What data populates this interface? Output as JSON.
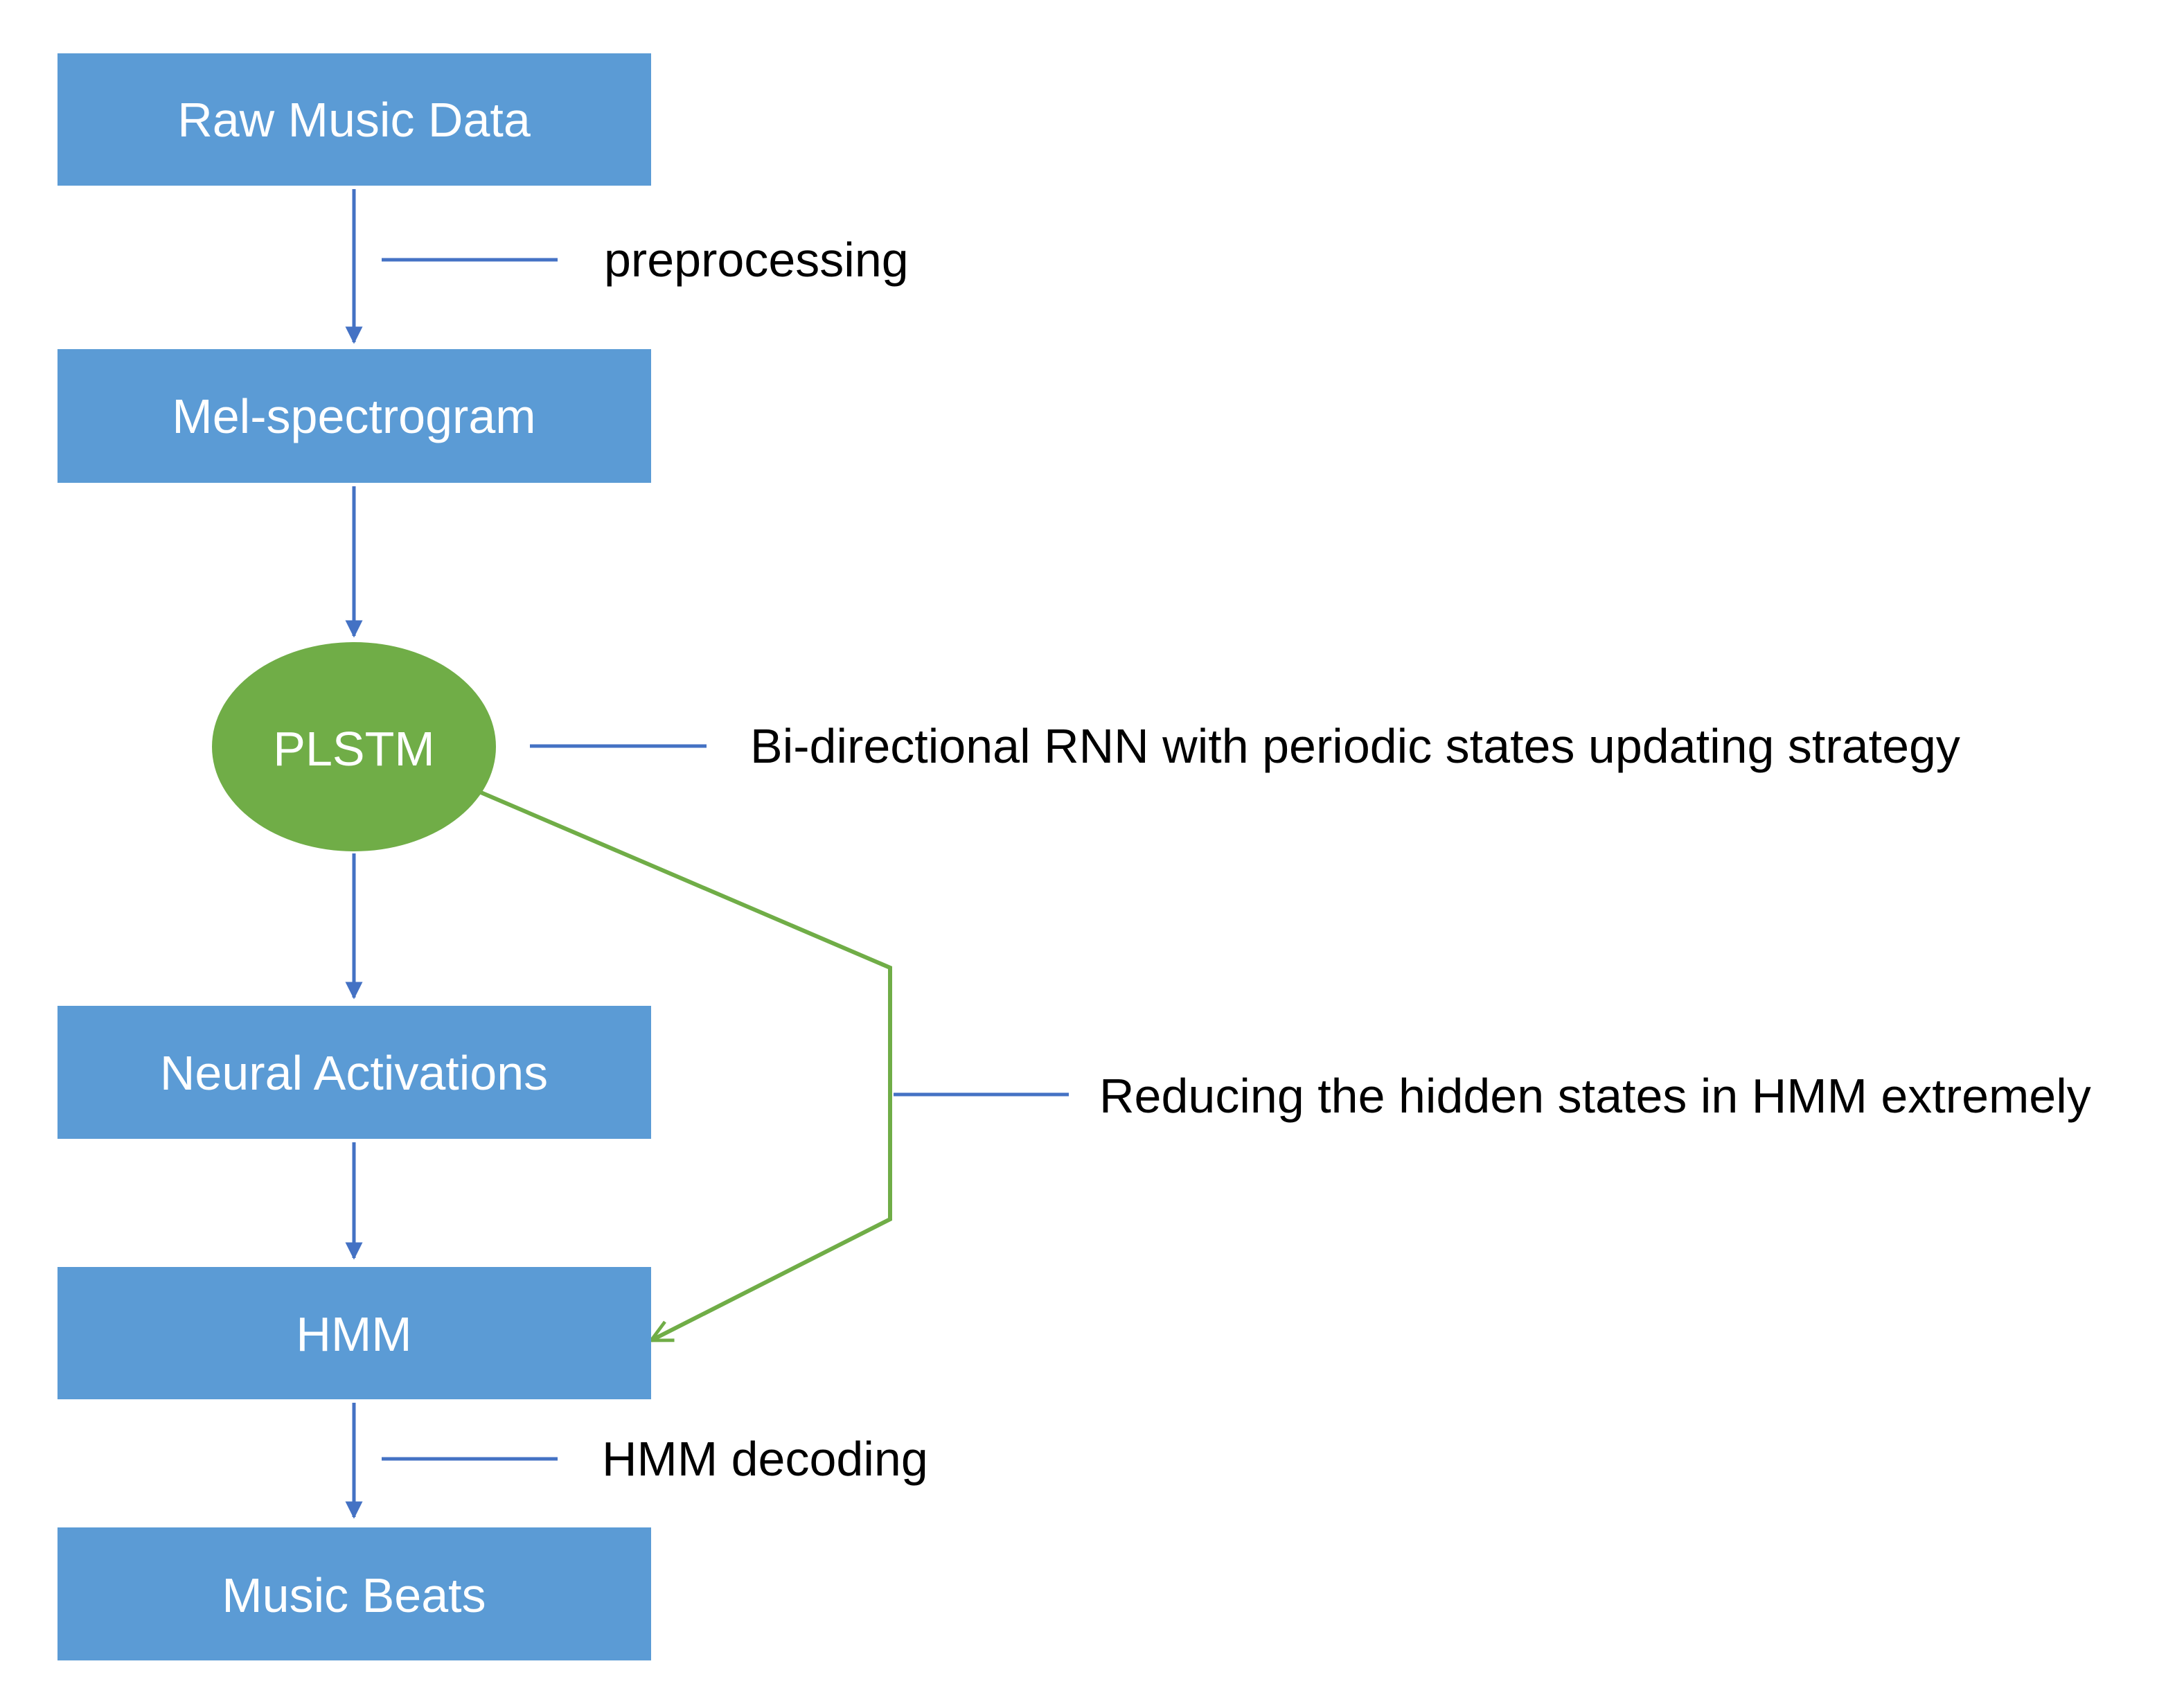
{
  "nodes": {
    "raw_music_data": "Raw Music Data",
    "mel_spectrogram": "Mel-spectrogram",
    "plstm": "PLSTM",
    "neural_activations": "Neural Activations",
    "hmm": "HMM",
    "music_beats": "Music Beats"
  },
  "annotations": {
    "preprocessing": "preprocessing",
    "plstm_desc": "Bi-directional RNN with periodic states updating strategy",
    "reducing": "Reducing the hidden states in HMM extremely",
    "hmm_decoding": "HMM decoding"
  },
  "colors": {
    "box_fill": "#5b9bd5",
    "ellipse_fill": "#70ad47",
    "flow_arrow": "#4472c4",
    "skip_arrow": "#70ad47",
    "text_on_shape": "#ffffff",
    "annotation_text": "#000000"
  }
}
